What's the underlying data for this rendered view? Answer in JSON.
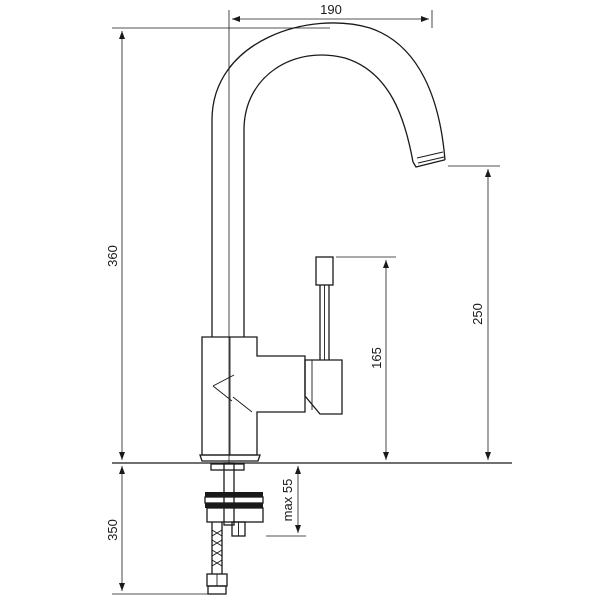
{
  "dimensions": {
    "width_top": "190",
    "height_total": "360",
    "spout_height": "250",
    "handle_height": "165",
    "below_counter": "350",
    "thickness": "max 55"
  }
}
